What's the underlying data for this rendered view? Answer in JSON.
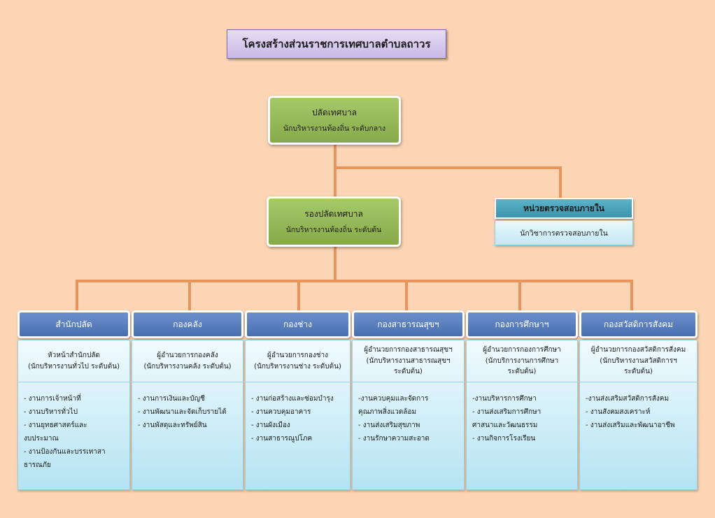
{
  "title": "โครงสร้างส่วนราชการเทศบาลตำบลถาวร",
  "clerk": {
    "title": "ปลัดเทศบาล",
    "level": "นักบริหารงานท้องถิ่น ระดับกลาง"
  },
  "deputy": {
    "title": "รองปลัดเทศบาล",
    "level": "นักบริหารงานท้องถิ่น ระดับต้น"
  },
  "audit": {
    "title": "หน่วยตรวจสอบภายใน",
    "position": "นักวิชาการตรวจสอบภายใน"
  },
  "departments": [
    {
      "name": "สำนักปลัด",
      "head_lines": [
        "หัวหน้าสำนักปลัด",
        "(นักบริหารงานทั่วไป ระดับต้น)"
      ],
      "units": [
        "- งานการเจ้าหน้าที่",
        "- งานบริหารทั่วไป",
        "- งานยุทธศาสตร์และ",
        "งบประมาณ",
        "- งานป้องกันและบรรเทาสา",
        "ธารณภัย"
      ]
    },
    {
      "name": "กองคลัง",
      "head_lines": [
        "ผู้อำนวยการกองคลัง",
        "(นักบริหารงานคลัง ระดับต้น)"
      ],
      "units": [
        "- งานการเงินและบัญชี",
        "- งานพัฒนาและจัดเก็บรายได้",
        "- งานพัสดุและทรัพย์สิน"
      ]
    },
    {
      "name": "กองช่าง",
      "head_lines": [
        "ผู้อำนวยการกองช่าง",
        "(นักบริหารงานช่าง ระดับต้น)"
      ],
      "units": [
        "- งานก่อสร้างและซ่อมบำรุง",
        "- งานควบคุมอาคาร",
        "- งานผังเมือง",
        "- งานสาธารณูปโภค"
      ]
    },
    {
      "name": "กองสาธารณสุขฯ",
      "head_lines": [
        "ผู้อำนวยการกองสาธารณสุขฯ",
        "(นักบริหารงานสาธารณสุขฯ",
        "ระดับต้น)"
      ],
      "units": [
        "-งานควบคุมและจัดการ",
        "คุณภาพสิ่งแวดล้อม",
        "- งานส่งเสริมสุขภาพ",
        "- งานรักษาความสะอาด"
      ]
    },
    {
      "name": "กองการศึกษาฯ",
      "head_lines": [
        "ผู้อำนวยการกองการศึกษา",
        "(นักบริการงานการศึกษา",
        "ระดับต้น)"
      ],
      "units": [
        "-งานบริหารการศึกษา",
        "- งานส่งเสริมการศึกษา",
        "ศาสนาและวัฒนธรรม",
        "- งานกิจการโรงเรียน"
      ]
    },
    {
      "name": "กองสวัสดิการสังคม",
      "head_lines": [
        "ผู้อำนวยการกองสวัสดิการสังคม",
        "(นักบริหารงานสวัสดิการฯ",
        "ระดับต้น)"
      ],
      "units": [
        "-งานส่งเสริมสวัสดิการสังคม",
        "- งานสังคมสงเคราะห์",
        "- งานส่งเสริมและพัฒนาอาชีพ"
      ]
    }
  ]
}
